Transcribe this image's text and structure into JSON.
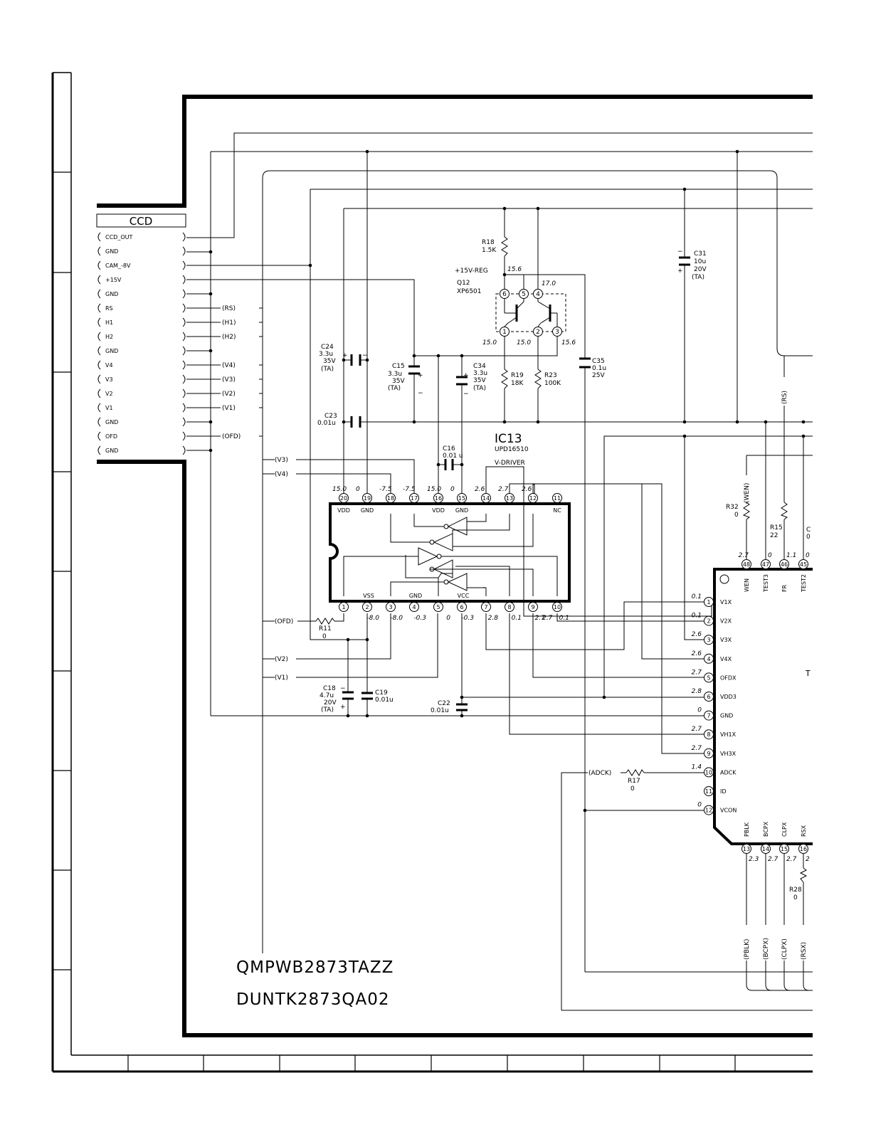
{
  "connector": {
    "title": "CCD",
    "pins": [
      "CCD_OUT",
      "GND",
      "CAM_-8V",
      "+15V",
      "GND",
      "RS",
      "H1",
      "H2",
      "GND",
      "V4",
      "V3",
      "V2",
      "V1",
      "GND",
      "OFD",
      "GND"
    ],
    "nets": [
      "",
      "",
      "",
      "",
      "",
      "(RS)",
      "(H1)",
      "(H2)",
      "",
      "(V4)",
      "(V3)",
      "(V2)",
      "(V1)",
      "",
      "(OFD)",
      ""
    ]
  },
  "ic13": {
    "ref": "IC13",
    "part": "UPD16510",
    "desc": "V-DRIVER",
    "top_pins": [
      {
        "num": "20",
        "label": "VDD",
        "volt": "15.0"
      },
      {
        "num": "19",
        "label": "GND",
        "volt": "0"
      },
      {
        "num": "18",
        "label": "",
        "volt": "-7.5"
      },
      {
        "num": "17",
        "label": "",
        "volt": "-7.5"
      },
      {
        "num": "16",
        "label": "VDD",
        "volt": "15.0"
      },
      {
        "num": "15",
        "label": "GND",
        "volt": "0"
      },
      {
        "num": "14",
        "label": "",
        "volt": "2.6"
      },
      {
        "num": "13",
        "label": "",
        "volt": "2.7"
      },
      {
        "num": "12",
        "label": "",
        "volt": "2.6"
      },
      {
        "num": "11",
        "label": "NC",
        "volt": ""
      }
    ],
    "bottom_pins": [
      {
        "num": "1",
        "label": "",
        "volt": ""
      },
      {
        "num": "2",
        "label": "VSS",
        "volt": "-8.0"
      },
      {
        "num": "3",
        "label": "",
        "volt": "-8.0"
      },
      {
        "num": "4",
        "label": "GND",
        "volt": "-0.3"
      },
      {
        "num": "5",
        "label": "",
        "volt": "0"
      },
      {
        "num": "6",
        "label": "VCC",
        "volt": "-0.3"
      },
      {
        "num": "7",
        "label": "",
        "volt": "2.8"
      },
      {
        "num": "8",
        "label": "",
        "volt": "0.1"
      },
      {
        "num": "9",
        "label": "",
        "volt": "2.7"
      },
      {
        "num": "10",
        "label": "",
        "volt": "0.1"
      }
    ],
    "pin10_extra_volt": "2.7"
  },
  "q12": {
    "ref": "Q12",
    "part": "XP6501",
    "reg": "+15V-REG",
    "pins": [
      "6",
      "5",
      "4",
      "1",
      "2",
      "3"
    ],
    "volts": [
      "15.6",
      "17.0",
      "15.0",
      "15.0",
      "15.6"
    ]
  },
  "components": {
    "r18": [
      "R18",
      "1.5K"
    ],
    "r19": [
      "R19",
      "18K"
    ],
    "r23": [
      "R23",
      "100K"
    ],
    "r32": [
      "R32",
      "0"
    ],
    "r15": [
      "R15",
      "22"
    ],
    "r11": [
      "R11",
      "0"
    ],
    "r17": [
      "R17",
      "0"
    ],
    "r28": [
      "R28",
      "0"
    ],
    "c31": [
      "C31",
      "10u",
      "20V",
      "(TA)"
    ],
    "c24": [
      "C24",
      "3.3u",
      "35V",
      "(TA)"
    ],
    "c15": [
      "C15",
      "3.3u",
      "35V",
      "(TA)"
    ],
    "c34": [
      "C34",
      "3.3u",
      "35V",
      "(TA)"
    ],
    "c35": [
      "C35",
      "0.1u",
      "25V"
    ],
    "c23": [
      "C23",
      "0.01u"
    ],
    "c16": [
      "C16",
      "0.01 u"
    ],
    "c18": [
      "C18",
      "4.7u",
      "20V",
      "(TA)"
    ],
    "c19": [
      "C19",
      "0.01u"
    ],
    "c22": [
      "C22",
      "0.01u"
    ]
  },
  "tg": {
    "left_pins": [
      {
        "num": "1",
        "label": "V1X",
        "volt": "0.1"
      },
      {
        "num": "2",
        "label": "V2X",
        "volt": "0.1"
      },
      {
        "num": "3",
        "label": "V3X",
        "volt": "2.6"
      },
      {
        "num": "4",
        "label": "V4X",
        "volt": "2.6"
      },
      {
        "num": "5",
        "label": "OFDX",
        "volt": "2.7"
      },
      {
        "num": "6",
        "label": "VDD3",
        "volt": "2.8"
      },
      {
        "num": "7",
        "label": "GND",
        "volt": "0"
      },
      {
        "num": "8",
        "label": "VH1X",
        "volt": "2.7"
      },
      {
        "num": "9",
        "label": "VH3X",
        "volt": "2.7"
      },
      {
        "num": "10",
        "label": "ADCK",
        "volt": "1.4"
      },
      {
        "num": "11",
        "label": "ID",
        "volt": ""
      },
      {
        "num": "12",
        "label": "VCON",
        "volt": "0"
      }
    ],
    "top_pins": [
      {
        "num": "48",
        "label": "WEN",
        "volt": "2.7"
      },
      {
        "num": "47",
        "label": "TEST3",
        "volt": "0"
      },
      {
        "num": "46",
        "label": "FR",
        "volt": "1.1"
      },
      {
        "num": "45",
        "label": "TEST2",
        "volt": "0"
      }
    ],
    "bottom_pins": [
      {
        "num": "13",
        "label": "PBLK",
        "volt": "2.3"
      },
      {
        "num": "14",
        "label": "BCPX",
        "volt": "2.7"
      },
      {
        "num": "15",
        "label": "CLPX",
        "volt": "2.7"
      },
      {
        "num": "16",
        "label": "RSX",
        "volt": "2"
      }
    ],
    "net_labels": [
      "(WEN)",
      "(RS)",
      "(ADCK)",
      "(PBLK)",
      "(BCPX)",
      "(CLPX)",
      "(RSX)"
    ],
    "partial_text": [
      "T",
      "C",
      "0"
    ]
  },
  "board": {
    "pwb": "QMPWB2873TAZZ",
    "unit": "DUNTK2873QA02"
  },
  "colors": {
    "line": "#000000",
    "background": "#ffffff"
  }
}
